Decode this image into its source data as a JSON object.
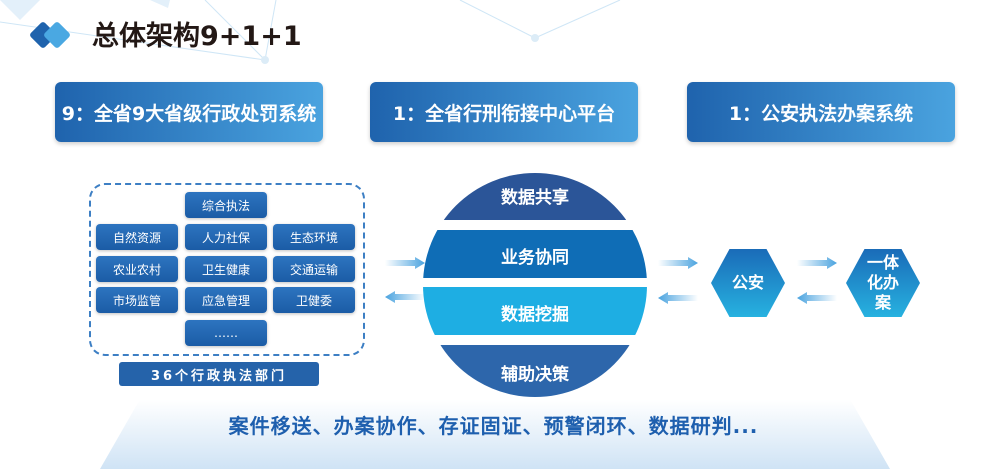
{
  "header": {
    "title": "总体架构9+1+1"
  },
  "top_boxes": [
    "9：全省9大省级行政处罚系统",
    "1：全省行刑衔接中心平台",
    "1：公安执法办案系统"
  ],
  "departments": [
    "综合执法",
    "自然资源",
    "人力社保",
    "生态环境",
    "农业农村",
    "卫生健康",
    "交通运输",
    "市场监管",
    "应急管理",
    "卫健委",
    "……"
  ],
  "departments_footer": "36个行政执法部门",
  "circle_bands": [
    "数据共享",
    "业务协同",
    "数据挖掘",
    "辅助决策"
  ],
  "hexagons": [
    "公安",
    "一体化办案"
  ],
  "bottom_text": "案件移送、办案协作、存证固证、预警闭环、数据研判...",
  "colors": {
    "band1": "#2b5598",
    "band2": "#0f6db6",
    "band3": "#1eaee3",
    "band4": "#2d66ab"
  }
}
